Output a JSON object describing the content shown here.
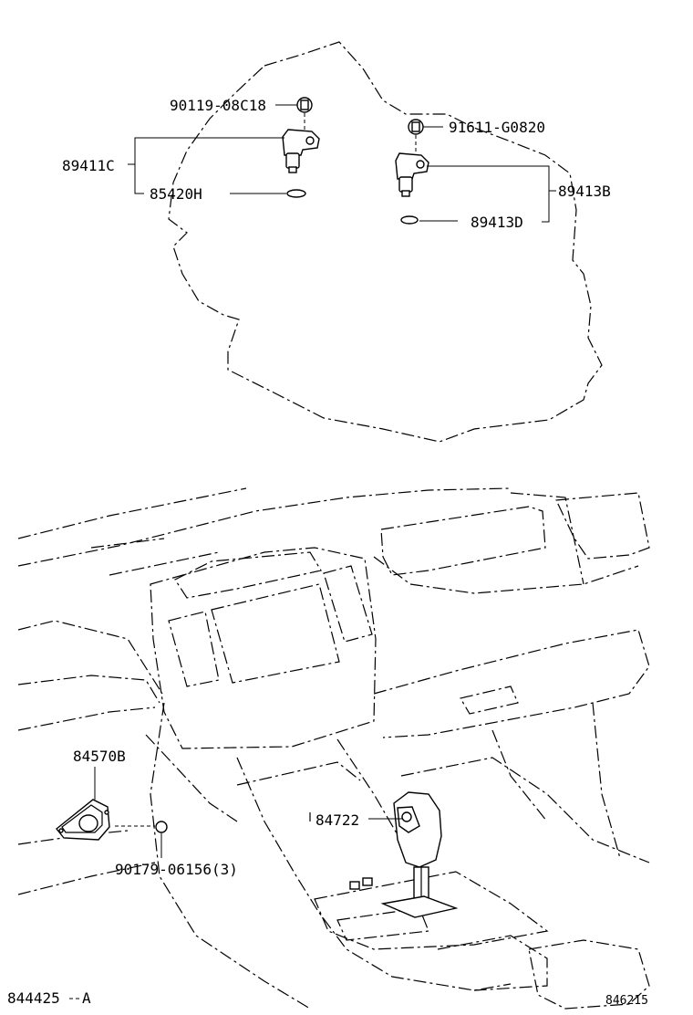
{
  "parts": {
    "p_90119": "90119-08C18",
    "p_89411C": "89411C",
    "p_85420H": "85420H",
    "p_91611": "91611-G0820",
    "p_89413B": "89413B",
    "p_89413D": "89413D",
    "p_84570B": "84570B",
    "p_90179": "90179-06156(3)",
    "p_84722": "84722"
  },
  "footer": {
    "left_code": "844425",
    "left_suffix": "A",
    "right_code": "846215"
  }
}
